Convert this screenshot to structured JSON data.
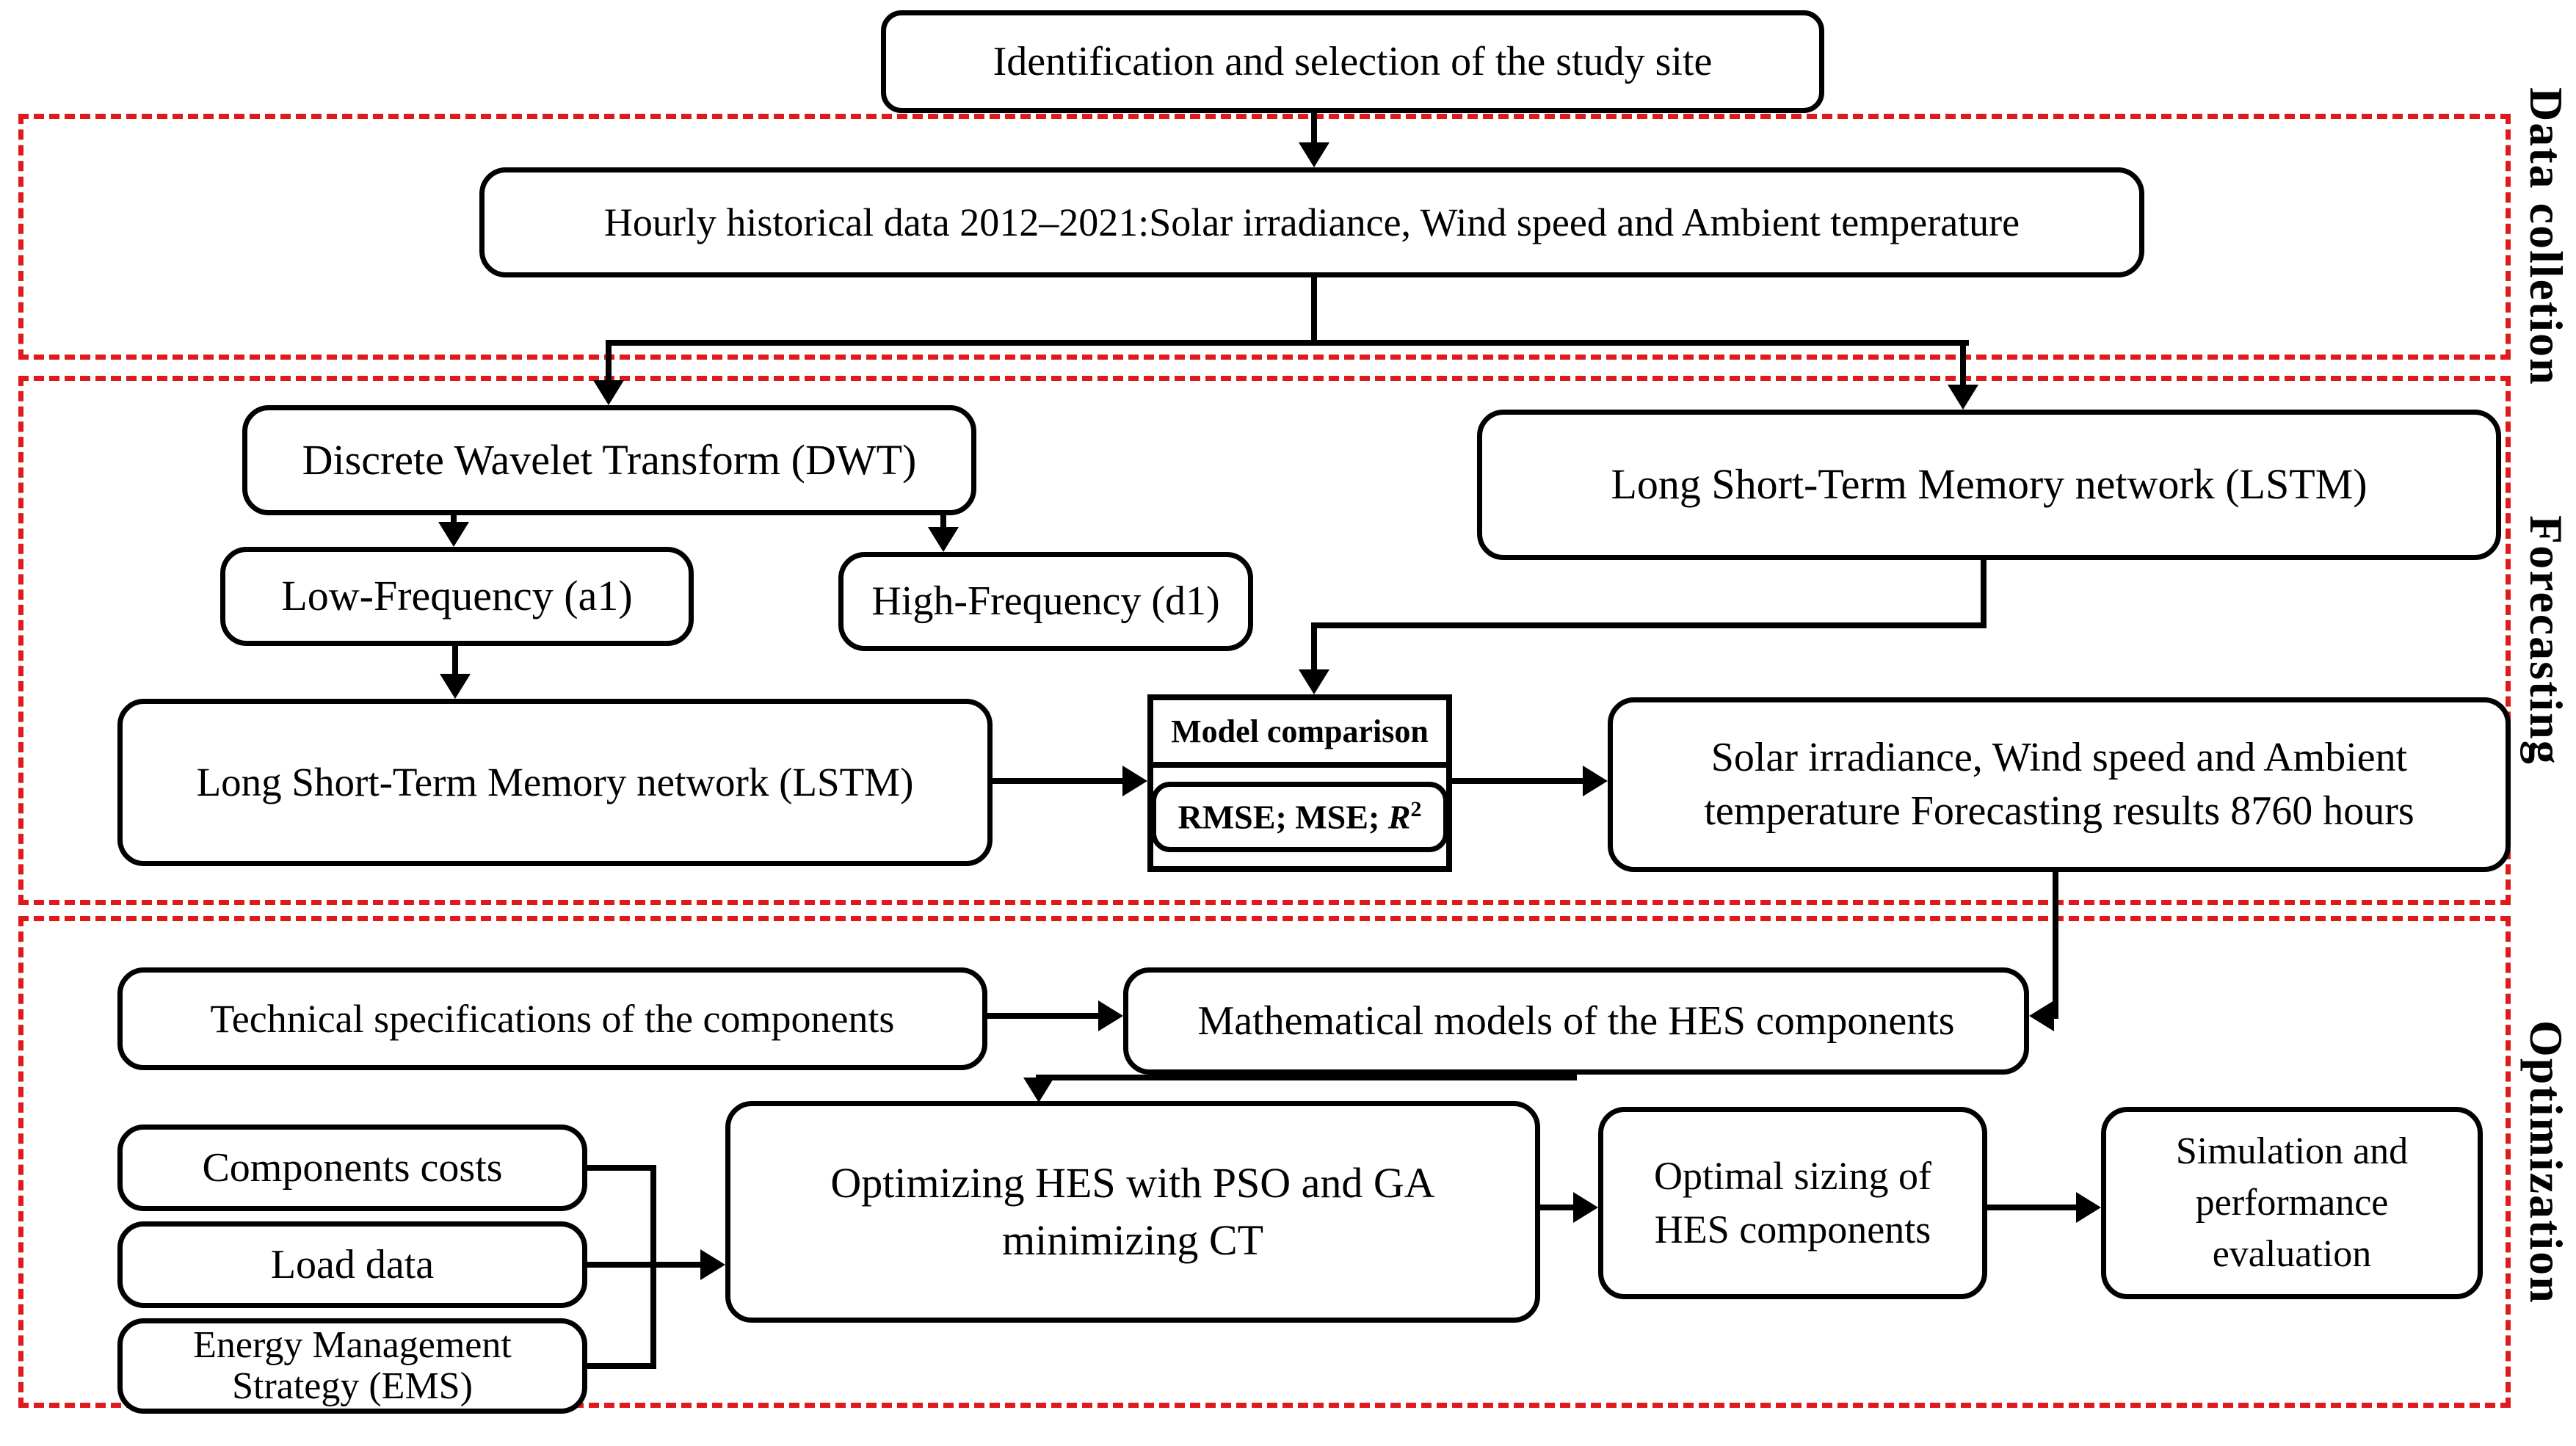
{
  "sections": {
    "data_collection": {
      "label": "Data colletion"
    },
    "forecasting": {
      "label": "Forecasting"
    },
    "optimization": {
      "label": "Optimization"
    }
  },
  "nodes": {
    "identification": "Identification and selection of the study site",
    "hourly_data": "Hourly historical data 2012–2021:Solar irradiance, Wind speed and Ambient temperature",
    "dwt": "Discrete Wavelet Transform (DWT)",
    "low_frequency": "Low-Frequency (a1)",
    "high_frequency": "High-Frequency (d1)",
    "lstm_top": "Long Short-Term Memory network (LSTM)",
    "lstm_left": "Long Short-Term Memory network (LSTM)",
    "model_comparison_title": "Model comparison",
    "metrics_prefix": "RMSE; MSE; ",
    "metrics_r": "R",
    "metrics_exponent": "2",
    "forecast_results": "Solar irradiance, Wind speed and Ambient temperature Forecasting results 8760 hours",
    "technical_specs": "Technical specifications of the components",
    "math_models": "Mathematical models of the HES components",
    "components_costs": "Components costs",
    "load_data": "Load data",
    "ems": "Energy Management Strategy (EMS)",
    "optimizing": "Optimizing HES with PSO and GA minimizing CT",
    "optimal_sizing": "Optimal sizing of HES components",
    "simulation": "Simulation and performance evaluation"
  },
  "colors": {
    "section_border": "#e0191d",
    "line": "#000000",
    "background": "#ffffff"
  }
}
